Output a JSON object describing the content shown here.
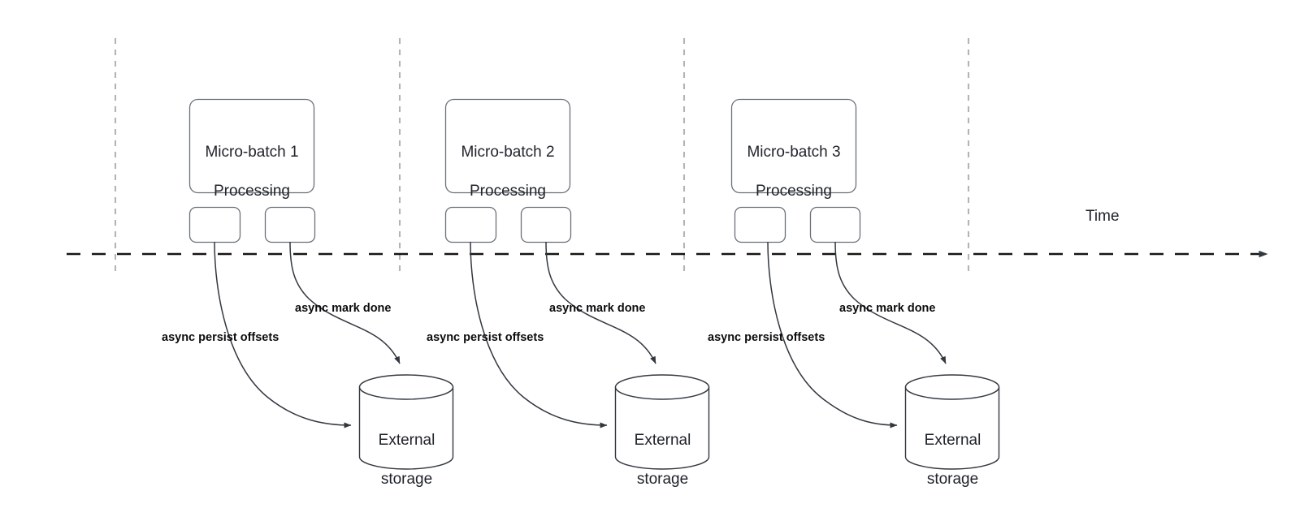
{
  "diagram": {
    "type": "timeline-sequence",
    "title_text": "",
    "colors": {
      "stroke": "#333840",
      "shape_stroke": "#6b7078",
      "text": "#20242b",
      "label_text": "#0c0c0c",
      "timeline": "#141414",
      "tick_line": "#b3b3b8",
      "background": "#ffffff"
    },
    "axis": {
      "label": "Time",
      "direction": "left-to-right"
    },
    "tick_count": 4,
    "groups": [
      {
        "id": "group-1",
        "batch_box": {
          "line1": "Micro-batch 1",
          "line2": "Processing"
        },
        "small_box_1_label": "",
        "small_box_2_label": "",
        "edge_persist_label": "async persist offsets",
        "edge_mark_label": "async mark done",
        "storage": {
          "line1": "External",
          "line2": "storage"
        }
      },
      {
        "id": "group-2",
        "batch_box": {
          "line1": "Micro-batch 2",
          "line2": "Processing"
        },
        "small_box_1_label": "",
        "small_box_2_label": "",
        "edge_persist_label": "async persist offsets",
        "edge_mark_label": "async mark done",
        "storage": {
          "line1": "External",
          "line2": "storage"
        }
      },
      {
        "id": "group-3",
        "batch_box": {
          "line1": "Micro-batch 3",
          "line2": "Processing"
        },
        "small_box_1_label": "",
        "small_box_2_label": "",
        "edge_persist_label": "async persist offsets",
        "edge_mark_label": "async mark done",
        "storage": {
          "line1": "External",
          "line2": "storage"
        }
      }
    ]
  }
}
